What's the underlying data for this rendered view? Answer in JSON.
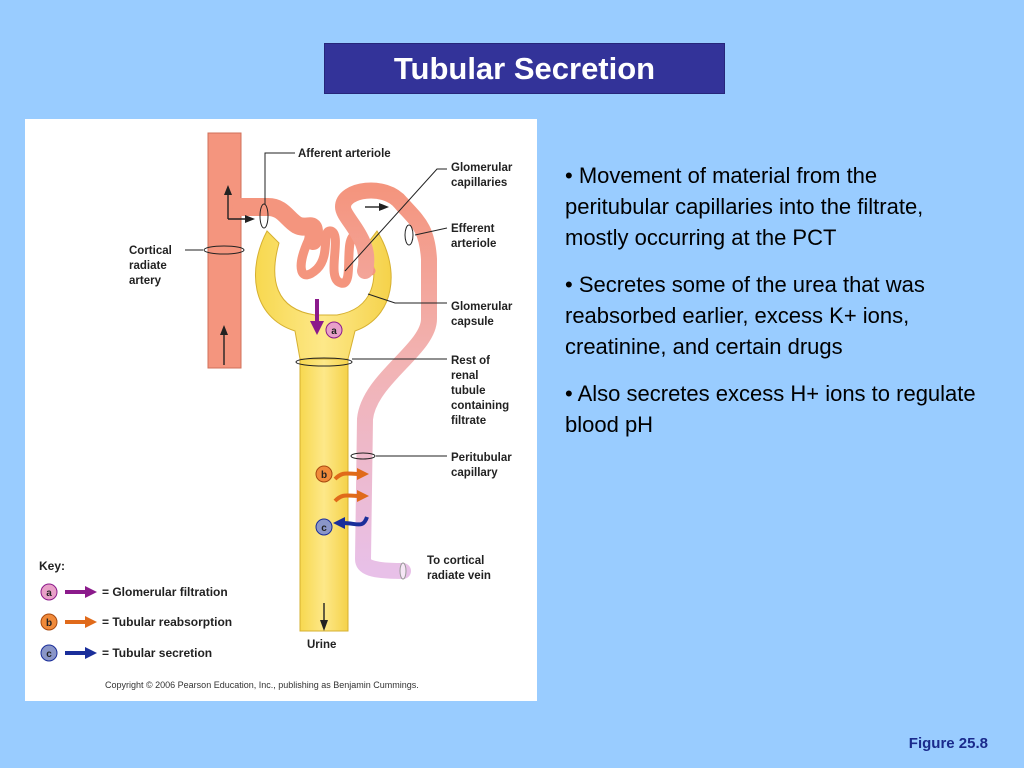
{
  "slide": {
    "title": "Tubular Secretion",
    "bullets": [
      "• Movement of material from the peritubular capillaries into the filtrate, mostly occurring at the PCT",
      "• Secretes some of the urea that was reabsorbed earlier, excess K+ ions, creatinine, and certain drugs",
      "• Also secretes excess H+ ions to regulate blood pH"
    ],
    "figure_number": "Figure 25.8"
  },
  "diagram": {
    "labels": {
      "afferent": "Afferent arteriole",
      "glomerular_cap_1": "Glomerular",
      "glomerular_cap_2": "capillaries",
      "efferent_1": "Efferent",
      "efferent_2": "arteriole",
      "cortical_1": "Cortical",
      "cortical_2": "radiate",
      "cortical_3": "artery",
      "capsule_1": "Glomerular",
      "capsule_2": "capsule",
      "rest_1": "Rest of",
      "rest_2": "renal",
      "rest_3": "tubule",
      "rest_4": "containing",
      "rest_5": "filtrate",
      "peritubular_1": "Peritubular",
      "peritubular_2": "capillary",
      "vein_1": "To cortical",
      "vein_2": "radiate vein",
      "urine": "Urine"
    },
    "key": {
      "title": "Key:",
      "items": [
        {
          "letter": "a",
          "text": "= Glomerular filtration",
          "color": "#8b1a8b",
          "circle": "#e8a0c8"
        },
        {
          "letter": "b",
          "text": "= Tubular reabsorption",
          "color": "#e06a1a",
          "circle": "#f08a3a"
        },
        {
          "letter": "c",
          "text": "= Tubular secretion",
          "color": "#1a2e9a",
          "circle": "#8a96c8"
        }
      ]
    },
    "markers": {
      "a": "a",
      "b": "b",
      "c": "c"
    },
    "copyright": "Copyright © 2006 Pearson Education, Inc., publishing as Benjamin Cummings."
  },
  "colors": {
    "background": "#99ccff",
    "title_bg": "#333399",
    "artery": "#f4957e",
    "tubule": "#fbe07a",
    "capillary_lower": "#e8c0e8"
  }
}
